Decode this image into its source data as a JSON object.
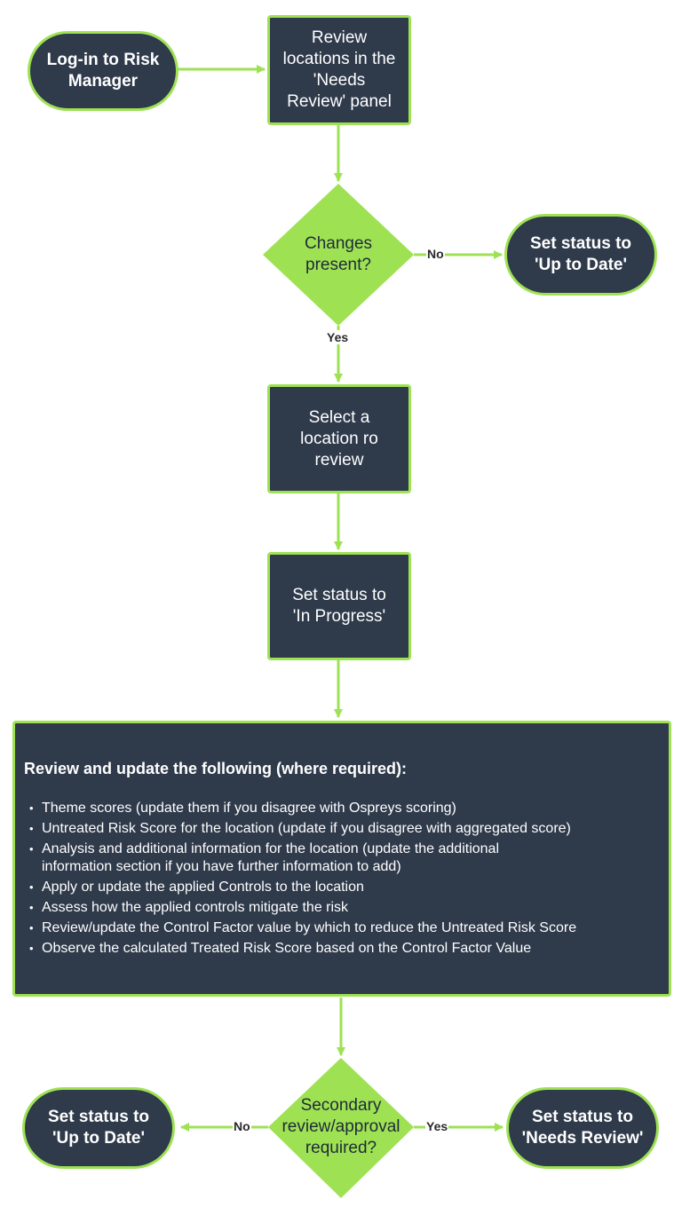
{
  "colors": {
    "node_fill": "#2f3a4b",
    "node_border": "#9ee254",
    "decision_fill": "#9ee254",
    "connector": "#9ee254"
  },
  "nodes": {
    "login": "Log-in to Risk\nManager",
    "review_locations": "Review\nlocations in the\n'Needs\nReview' panel",
    "changes_present": "Changes\npresent?",
    "status_up_to_date_top": "Set status to\n'Up to Date'",
    "select_location": "Select a\nlocation ro\nreview",
    "status_in_progress": "Set status to\n'In Progress'",
    "secondary_review": "Secondary\nreview/approval\nrequired?",
    "status_up_to_date_bottom": "Set status to\n'Up to Date'",
    "status_needs_review": "Set status to\n'Needs Review'"
  },
  "edges": {
    "changes_no": "No",
    "changes_yes": "Yes",
    "secondary_no": "No",
    "secondary_yes": "Yes"
  },
  "panel": {
    "title": "Review and update the following (where required):",
    "items": [
      "Theme scores (update them if you disagree with Ospreys scoring)",
      "Untreated Risk Score for the location (update if you disagree with aggregated score)",
      "Analysis and additional information for the location (update the additional\ninformation section if you have further information to add)",
      "Apply or update the applied Controls to the location",
      "Assess how the applied controls mitigate the risk",
      "Review/update the Control Factor value by which to reduce the Untreated Risk Score",
      "Observe the calculated Treated Risk Score based on the Control Factor Value"
    ]
  }
}
